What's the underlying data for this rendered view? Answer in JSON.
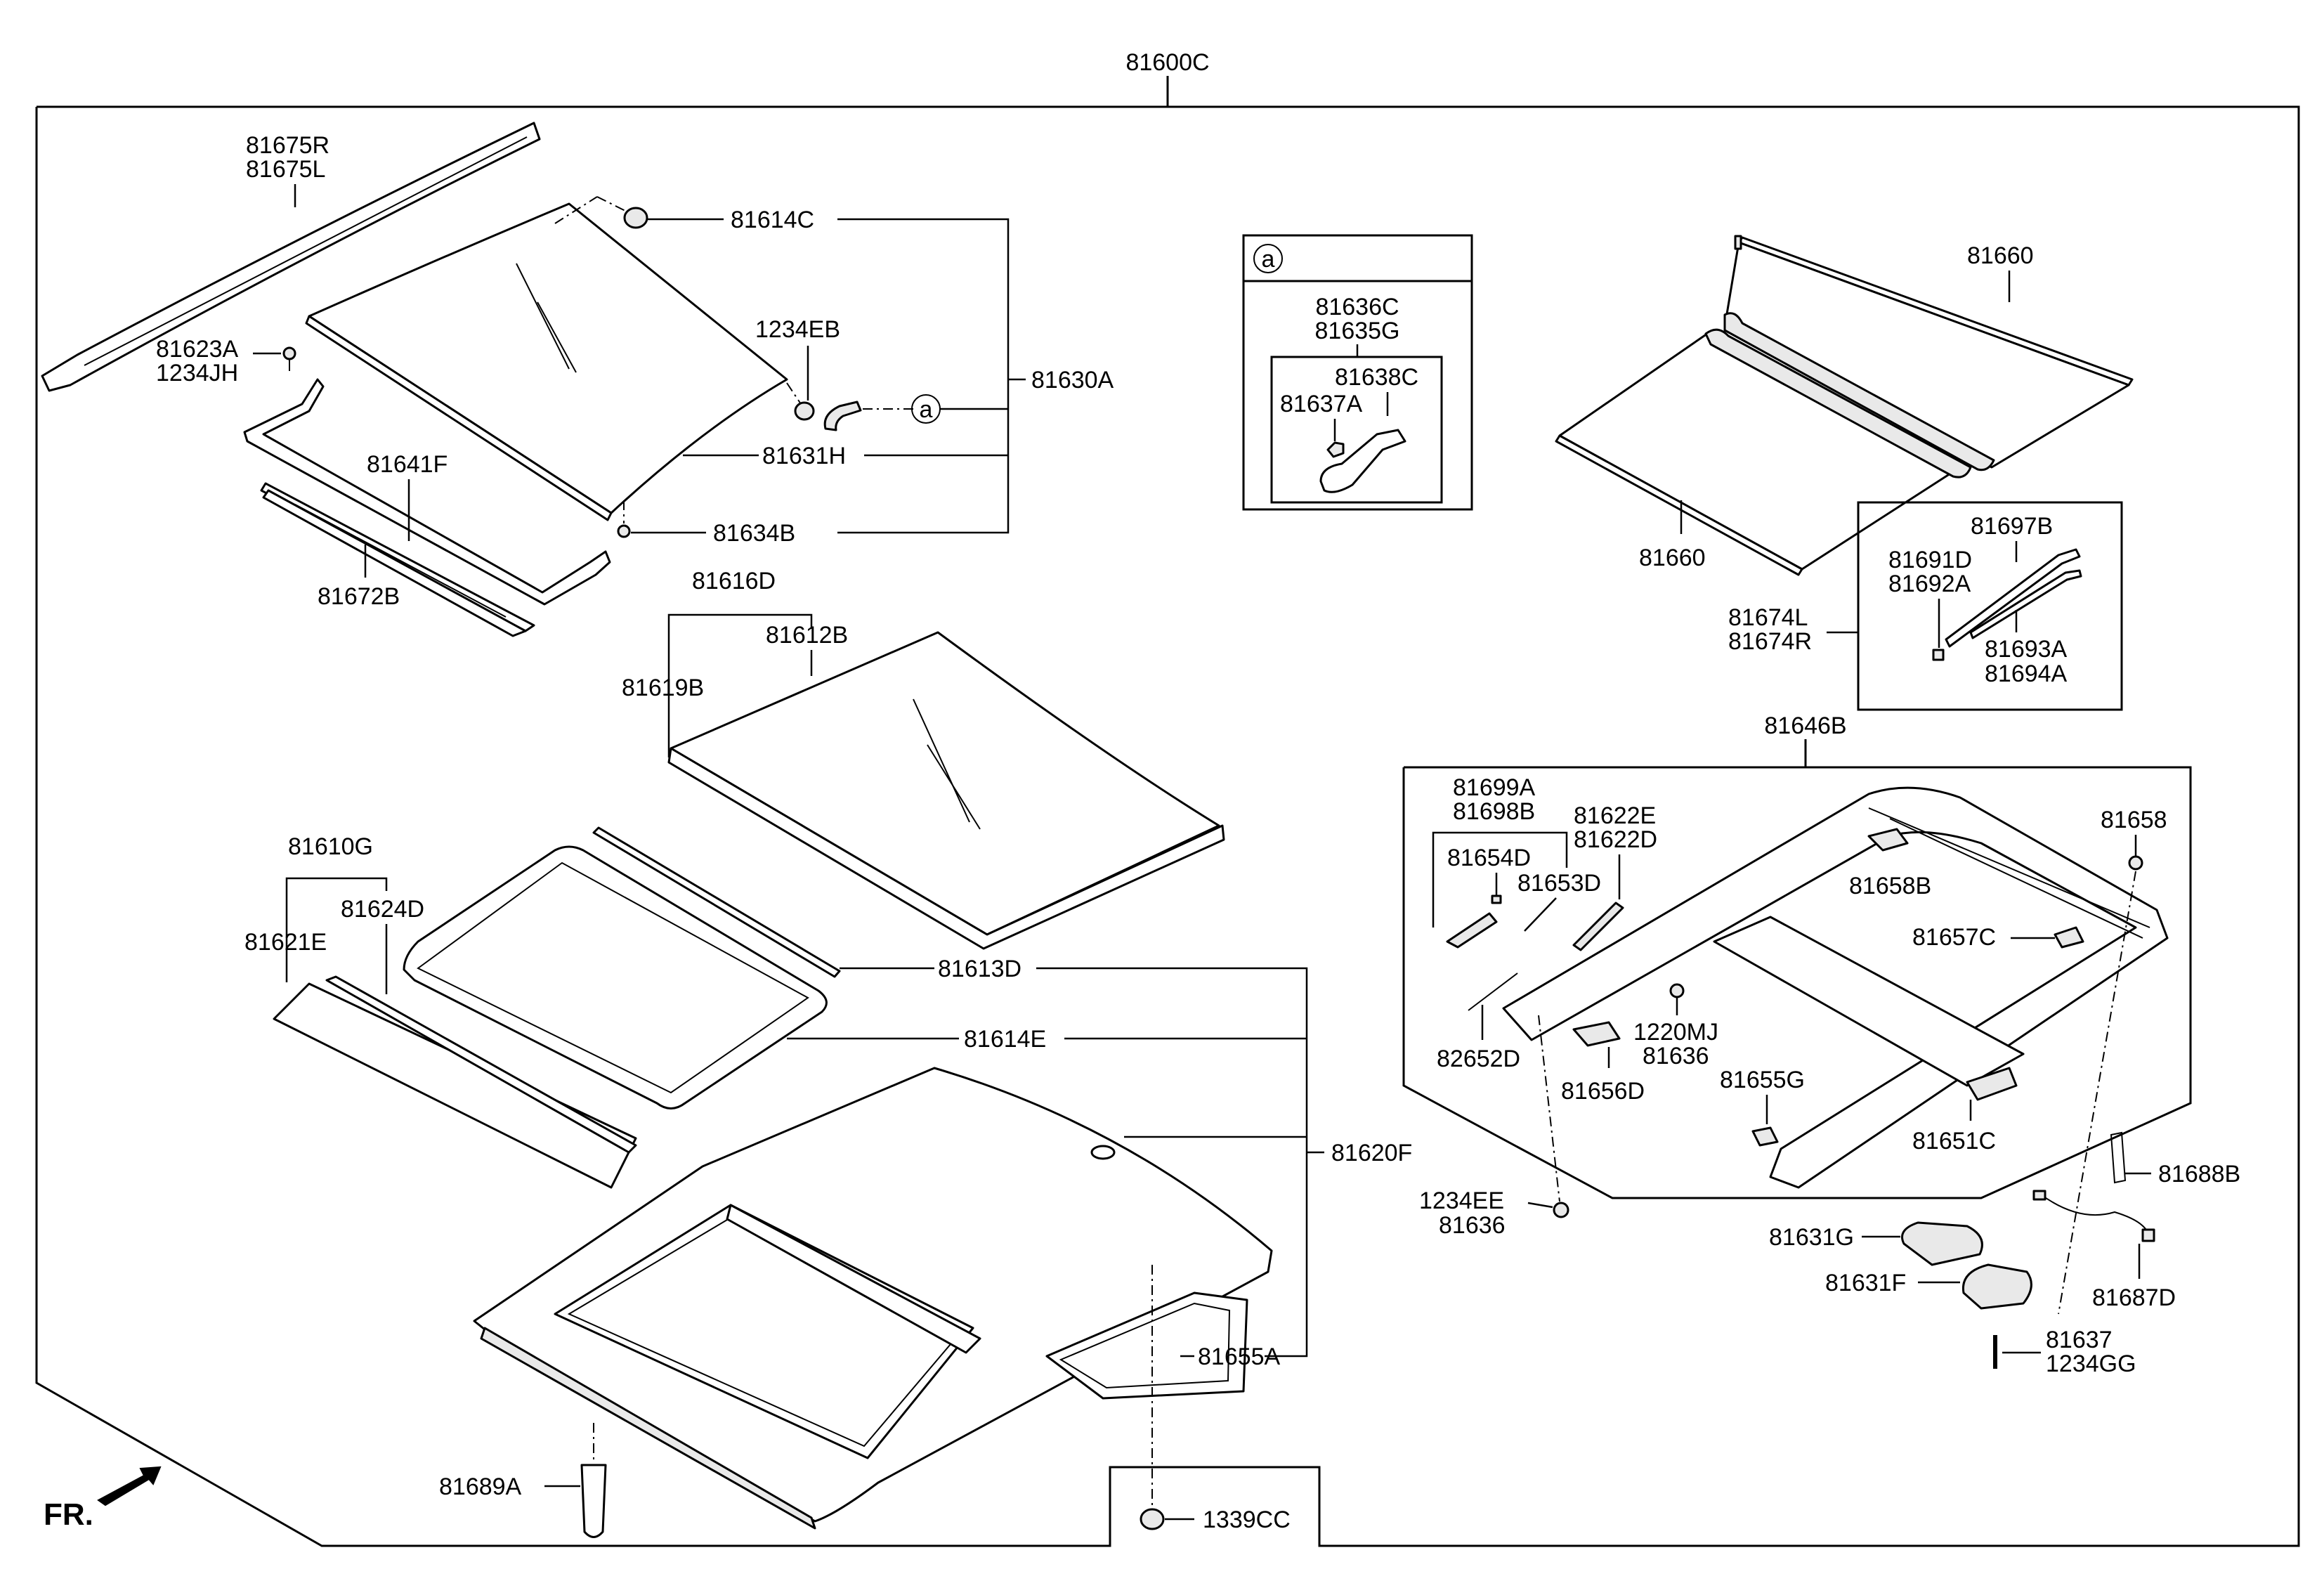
{
  "assembly_label": "81600C",
  "front_label": "FR.",
  "callout_letter": "a",
  "labels": {
    "p81675": [
      "81675R",
      "81675L"
    ],
    "p81614C": "81614C",
    "p81630A": "81630A",
    "p1234EB": "1234EB",
    "p81623A": [
      "81623A",
      "1234JH"
    ],
    "p81631H": "81631H",
    "p81641F": "81641F",
    "p81634B": "81634B",
    "p81672B": "81672B",
    "p81636C": [
      "81636C",
      "81635G"
    ],
    "p81638C": "81638C",
    "p81637A": "81637A",
    "p81660_top": "81660",
    "p81660_bot": "81660",
    "p81697B": "81697B",
    "p81691D": [
      "81691D",
      "81692A"
    ],
    "p81674": [
      "81674L",
      "81674R"
    ],
    "p81693A": [
      "81693A",
      "81694A"
    ],
    "p81616D": "81616D",
    "p81612B": "81612B",
    "p81619B": "81619B",
    "p81610G": "81610G",
    "p81624D": "81624D",
    "p81621E": "81621E",
    "p81613D": "81613D",
    "p81614E": "81614E",
    "p81620F": "81620F",
    "p81655A": "81655A",
    "p81689A": "81689A",
    "p1339CC": "1339CC",
    "p81646B": "81646B",
    "p81699A": [
      "81699A",
      "81698B"
    ],
    "p81622E": [
      "81622E",
      "81622D"
    ],
    "p81654D": "81654D",
    "p81653D": "81653D",
    "p81658": "81658",
    "p81658B": "81658B",
    "p81657C": "81657C",
    "p82652D": "82652D",
    "p1220MJ": [
      "1220MJ",
      "81636"
    ],
    "p81656D": "81656D",
    "p81655G": "81655G",
    "p81651C": "81651C",
    "p1234EE": [
      "1234EE",
      "81636"
    ],
    "p81688B": "81688B",
    "p81631G": "81631G",
    "p81631F": "81631F",
    "p81687D": "81687D",
    "p81637": [
      "81637",
      "1234GG"
    ]
  }
}
